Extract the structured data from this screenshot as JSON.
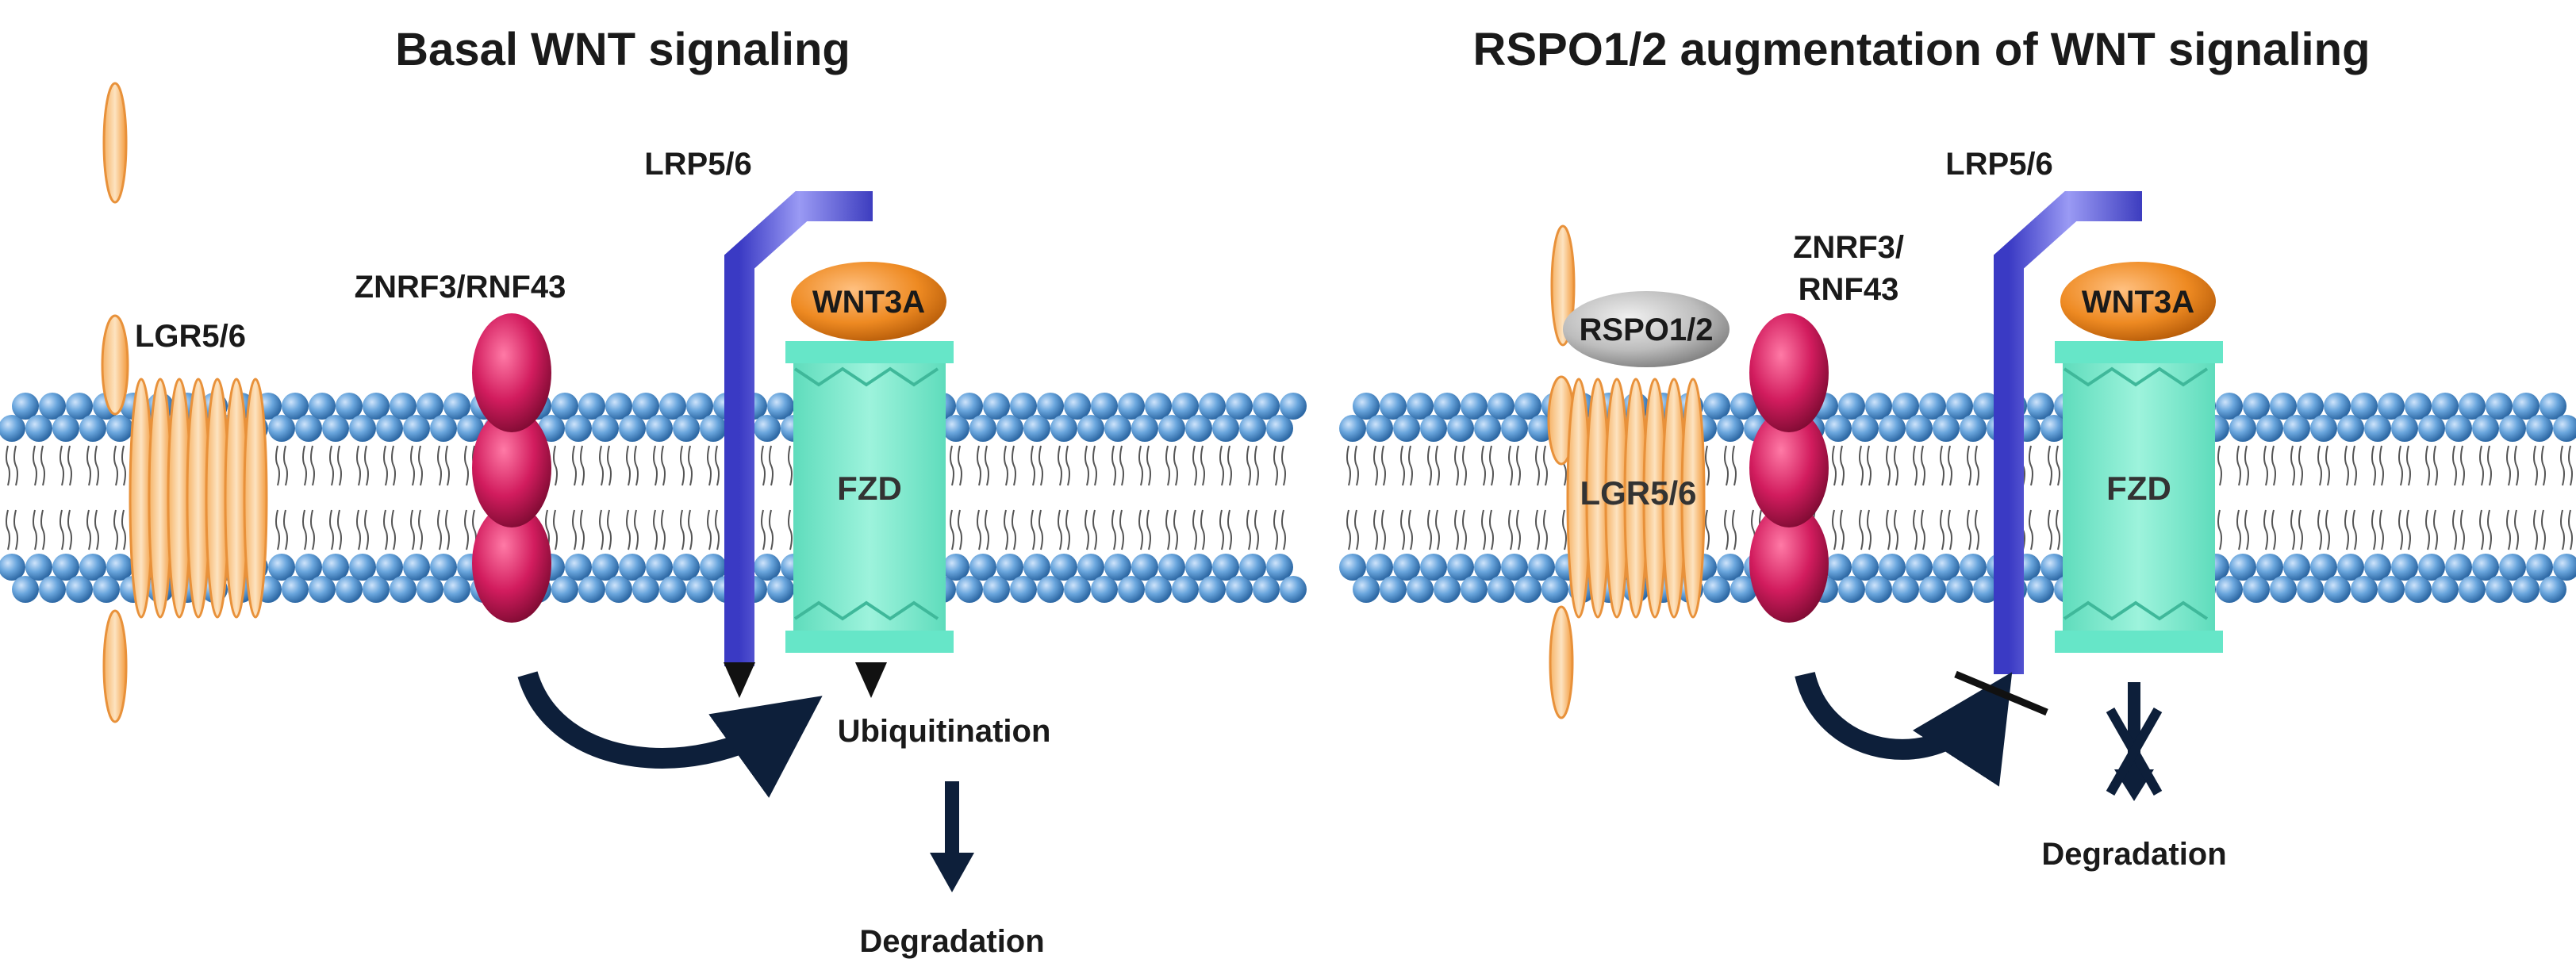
{
  "panels": [
    {
      "title": "Basal WNT signaling",
      "labels": {
        "lgr": "LGR5/6",
        "znrf3": "ZNRF3/RNF43",
        "lrp": "LRP5/6",
        "wnt": "WNT3A",
        "fzd": "FZD",
        "ubiquitination": "Ubiquitination",
        "degradation": "Degradation"
      }
    },
    {
      "title": "RSPO1/2 augmentation of WNT signaling",
      "labels": {
        "rspo": "RSPO1/2",
        "znrf3_line1": "ZNRF3/",
        "znrf3_line2": "RNF43",
        "lrp": "LRP5/6",
        "wnt": "WNT3A",
        "fzd": "FZD",
        "lgr": "LGR5/6",
        "degradation": "Degradation"
      }
    }
  ],
  "colors": {
    "lipid_head": "#5b9bd5",
    "lgr": "#f4a460",
    "znrf3": "#c0185a",
    "lrp": "#5b5bd6",
    "fzd": "#66e6c8",
    "wnt": "#ee8a22",
    "rspo": "#b5b5b5",
    "arrow": "#0d1f3a"
  }
}
